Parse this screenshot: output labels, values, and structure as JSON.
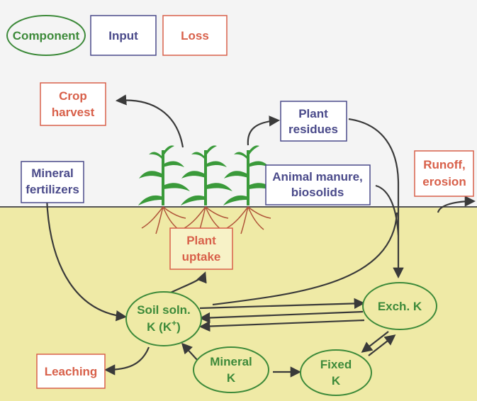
{
  "legend": {
    "component": "Component",
    "input": "Input",
    "loss": "Loss"
  },
  "boxes": {
    "crop_harvest": [
      "Crop",
      "harvest"
    ],
    "plant_residues": [
      "Plant",
      "residues"
    ],
    "mineral_fertilizers": [
      "Mineral",
      "fertilizers"
    ],
    "animal_manure": [
      "Animal manure,",
      "biosolids"
    ],
    "runoff_erosion": [
      "Runoff,",
      "erosion"
    ],
    "plant_uptake": [
      "Plant",
      "uptake"
    ],
    "leaching": [
      "Leaching"
    ]
  },
  "components": {
    "soil_solution": [
      "Soil soln.",
      "K (K"
    ],
    "soil_solution_superscript": "+",
    "soil_solution_close": ")",
    "exchangeable_k": [
      "Exch. K"
    ],
    "mineral_k": [
      "Mineral",
      "K"
    ],
    "fixed_k": [
      "Fixed",
      "K"
    ]
  },
  "colors": {
    "component": "#3d8a3a",
    "input": "#4a4a8a",
    "loss": "#d8604a",
    "soil": "#efeaa6",
    "sky": "#f4f4f4",
    "arrow": "#3a3a3a",
    "plant": "#3a9a3a",
    "root": "#b0553a"
  },
  "icons": [
    "corn-plant-icon",
    "corn-plant-icon",
    "corn-plant-icon"
  ]
}
